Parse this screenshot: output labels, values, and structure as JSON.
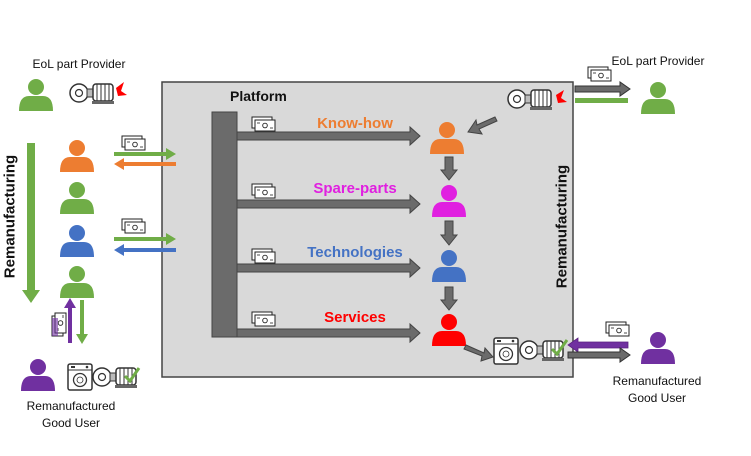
{
  "left_provider": {
    "label": "EoL part Provider"
  },
  "right_provider": {
    "label": "EoL part Provider"
  },
  "left_user": {
    "label_line1": "Remanufactured",
    "label_line2": "Good User"
  },
  "right_user": {
    "label_line1": "Remanufactured",
    "label_line2": "Good User"
  },
  "platform": {
    "title": "Platform"
  },
  "process_left": {
    "label": "Remanufacturing"
  },
  "process_right": {
    "label": "Remanufacturing"
  },
  "branches": [
    {
      "label": "Know-how",
      "color": "#ed7d31"
    },
    {
      "label": "Spare-parts",
      "color": "#ff00ff"
    },
    {
      "label": "Technologies",
      "color": "#4472c4"
    },
    {
      "label": "Services",
      "color": "#ff0000"
    }
  ],
  "colors": {
    "provider": "#70ad47",
    "user": "#7030a0",
    "know_how": "#ed7d31",
    "spare_parts": "#e020e0",
    "technologies": "#4472c4",
    "services": "#ff0000",
    "platform_fill": "#d9d9d9",
    "arrow_gray": "#595959",
    "money": "#70ad47"
  },
  "icons": [
    "person-icon",
    "pump-motor-icon",
    "money-icon",
    "washing-machine-icon",
    "check-icon"
  ]
}
